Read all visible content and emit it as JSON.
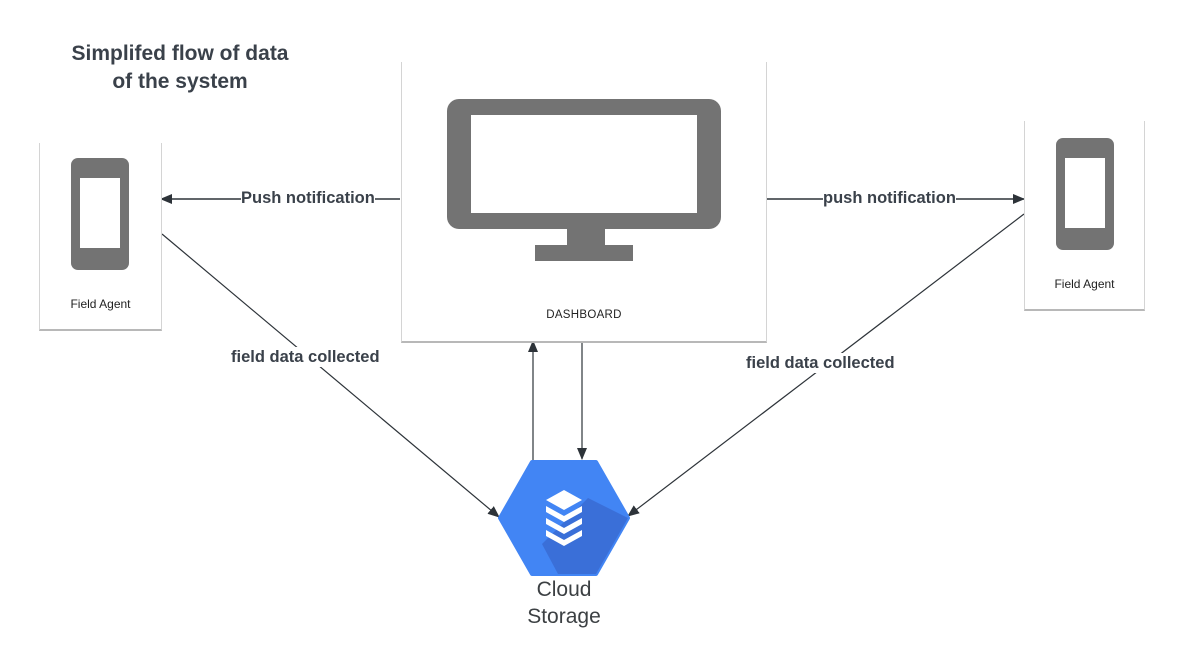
{
  "title": "Simplifed flow of data of the system",
  "nodes": {
    "field_agent_left": {
      "label": "Field Agent",
      "icon": "smartphone-icon"
    },
    "field_agent_right": {
      "label": "Field Agent",
      "icon": "smartphone-icon"
    },
    "dashboard": {
      "label": "DASHBOARD",
      "icon": "desktop-monitor-icon"
    },
    "cloud_storage": {
      "label_line1": "Cloud",
      "label_line2": "Storage",
      "icon": "cloud-storage-icon"
    }
  },
  "edges": [
    {
      "from": "dashboard",
      "to": "field_agent_left",
      "label": "Push notification"
    },
    {
      "from": "dashboard",
      "to": "field_agent_right",
      "label": "push notification"
    },
    {
      "from": "field_agent_left",
      "to": "cloud_storage",
      "label": "field data collected"
    },
    {
      "from": "field_agent_right",
      "to": "cloud_storage",
      "label": "field data collected"
    },
    {
      "from": "cloud_storage",
      "to": "dashboard",
      "label": ""
    },
    {
      "from": "dashboard",
      "to": "cloud_storage",
      "label": ""
    }
  ],
  "colors": {
    "device_gray": "#737373",
    "arrow": "#2d3339",
    "text": "#3a414a",
    "storage_blue": "#4285f4",
    "storage_shadow": "#3a6fd8"
  }
}
